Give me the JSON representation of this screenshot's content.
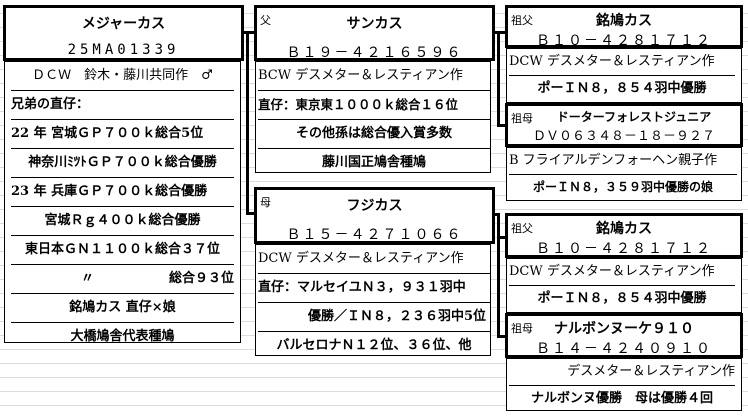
{
  "subject": {
    "name": "メジャーカス",
    "ring": "25MA01339",
    "rows": [
      "ＤＣＷ　鈴木・藤川共同作　♂",
      "兄弟の直仔：",
      "22 年 宮城ＧＰ７００ｋ総合5位",
      "神奈川ﾐﾂﾄＧＰ７００ｋ総合優勝",
      "23 年 兵庫ＧＰ７００ｋ総合優勝",
      "宮城Ｒｇ４００ｋ総合優勝",
      "東日本ＧＮ１１００ｋ総合３７位",
      "〃",
      "総合９３位",
      "銘鳩カス 直仔×娘",
      "大橋鳩舎代表種鳩"
    ]
  },
  "sire": {
    "rel": "父",
    "name": "サンカス",
    "ring": "Ｂ１９－４２１６５９６",
    "rows": [
      "BCW デスメター＆レスティアン作",
      "直仔：東京東１０００ｋ総合１６位",
      "その他孫は総合優入賞多数",
      "藤川国正鳩舎種鳩"
    ]
  },
  "dam": {
    "rel": "母",
    "name": "フジカス",
    "ring": "Ｂ１５－４２７１０６６",
    "rows": [
      "DCW デスメター＆レスティアン作",
      "直仔：マルセイユＮ３，９３１羽中",
      "優勝／ＩＮ８，２３６羽中5位",
      "バルセロナＮ１２位、３６位、他"
    ]
  },
  "gs1": {
    "rel": "祖父",
    "name": "銘鳩カス",
    "ring": "Ｂ１０－４２８１７１２",
    "rows": [
      "DCW デスメター＆レスティアン作",
      "ポーＩＮ８，８５４羽中優勝"
    ]
  },
  "gd1": {
    "rel": "祖母",
    "name": "ドーターフォレストジュニア",
    "ring": "ＤＶ０６３４８－１８－９２７",
    "rows": [
      "B フライアルデンフォーヘン親子作",
      "ポーＩＮ８，３５９羽中優勝の娘"
    ]
  },
  "gs2": {
    "rel": "祖父",
    "name": "銘鳩カス",
    "ring": "Ｂ１０－４２８１７１２",
    "rows": [
      "DCW デスメター＆レスティアン作",
      "ポーＩＮ８，８５４羽中優勝"
    ]
  },
  "gd2": {
    "rel": "祖母",
    "name": "ナルボンヌーケ９１０",
    "ring": "Ｂ１４－４２４０９１０",
    "rows": [
      "デスメター＆レスティアン作",
      "ナルボンヌ優勝　母は優勝４回"
    ]
  }
}
